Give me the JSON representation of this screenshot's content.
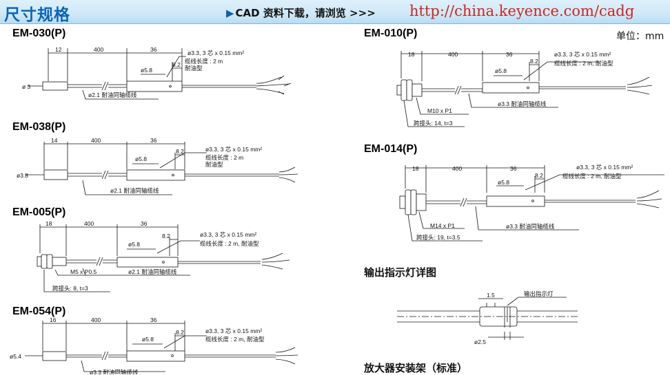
{
  "header": {
    "title": "尺寸规格",
    "cad_arrow": "▶",
    "cad_text": "CAD 资料下载，请浏览 >>>",
    "url": "http://china.keyence.com/cadg"
  },
  "unit_label": "单位：mm",
  "models": {
    "em030": {
      "name": "EM-030(P)",
      "dims": [
        "12",
        "400",
        "36",
        "8.2"
      ],
      "diam_left": "ø 3",
      "diam_body": "ø5.8",
      "cable_spec": [
        "ø3.3, 3 芯 x 0.15 mm²",
        "缆线长度 : 2 m",
        "耐油型"
      ],
      "coax": "ø2.1 耐油同轴缆线"
    },
    "em038": {
      "name": "EM-038(P)",
      "dims": [
        "14",
        "400",
        "36",
        "8.2"
      ],
      "diam_left": "ø3.8",
      "diam_body": "ø5.8",
      "cable_spec": [
        "ø3.3, 3 芯 x 0.15 mm²",
        "缆线长度 : 2 m",
        "耐油型"
      ],
      "coax": "ø2.1 耐油同轴缆线"
    },
    "em005": {
      "name": "EM-005(P)",
      "dims": [
        "18",
        "400",
        "36",
        "8.2"
      ],
      "diam_body": "ø5.8",
      "cable_spec": [
        "ø3.3, 3 芯 x 0.15 mm²",
        "缆线长度 : 2 m, 耐油型"
      ],
      "thread": "M5 x P0.5",
      "nut": "跨接头: 8, t=3",
      "coax": "ø2.1 耐油同轴缆线"
    },
    "em054": {
      "name": "EM-054(P)",
      "dims": [
        "16",
        "400",
        "36",
        "8.2"
      ],
      "diam_left": "ø5.4",
      "diam_body": "ø5.8",
      "cable_spec": [
        "ø3.3, 3 芯 x 0.15 mm²",
        "缆线长度 : 2 m, 耐油型"
      ],
      "coax": "ø3.3 耐油同轴缆线"
    },
    "em010": {
      "name": "EM-010(P)",
      "dims": [
        "18",
        "400",
        "36",
        "8.2"
      ],
      "diam_body": "ø5.8",
      "cable_spec": [
        "ø3.3, 3 芯 x 0.15 mm²",
        "缆线长度 : 2 m, 耐油型"
      ],
      "thread": "M10 x P1",
      "nut": "跨接头: 14, t=3",
      "coax": "ø3.3 耐油同轴缆线"
    },
    "em014": {
      "name": "EM-014(P)",
      "dims": [
        "18",
        "400",
        "36",
        "8.2"
      ],
      "diam_body": "ø5.8",
      "cable_spec": [
        "ø3.3, 3 芯 x 0.15 mm²",
        "缆线长度 : 2 m, 耐油型"
      ],
      "thread": "M14 x P1",
      "nut": "跨接头: 19, t=3.5",
      "coax": "ø3.3 耐油同轴缆线"
    }
  },
  "indicator": {
    "heading": "输出指示灯详图",
    "dim_top": "1.5",
    "label": "输出指示灯",
    "dim_bottom": "ø2.5"
  },
  "bracket_heading": "放大器安装架（标准）"
}
